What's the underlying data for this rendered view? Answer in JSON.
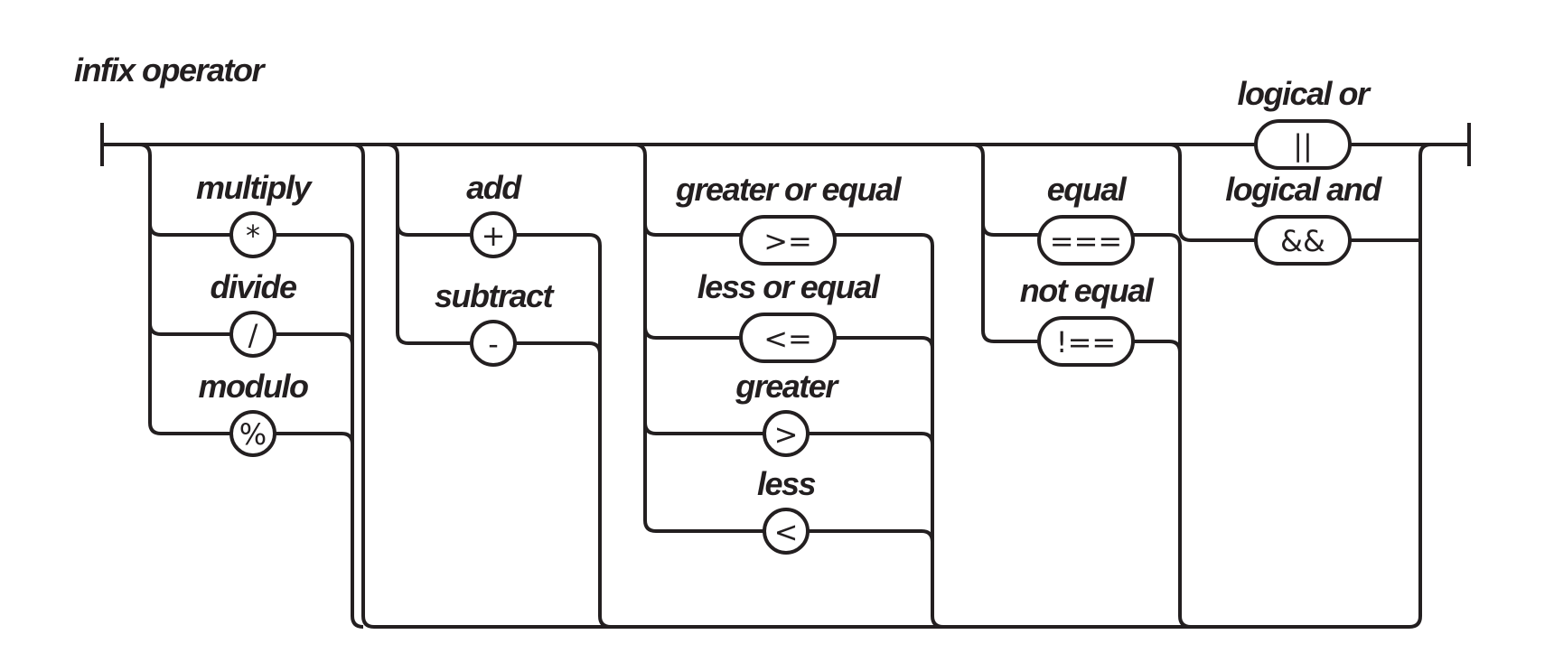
{
  "title": "infix operator",
  "groups": [
    {
      "id": "multiplicative",
      "operators": [
        {
          "label": "multiply",
          "symbol": "*",
          "shape": "circle"
        },
        {
          "label": "divide",
          "symbol": "/",
          "shape": "circle"
        },
        {
          "label": "modulo",
          "symbol": "%",
          "shape": "circle"
        }
      ]
    },
    {
      "id": "additive",
      "operators": [
        {
          "label": "add",
          "symbol": "+",
          "shape": "circle"
        },
        {
          "label": "subtract",
          "symbol": "-",
          "shape": "circle"
        }
      ]
    },
    {
      "id": "relational",
      "operators": [
        {
          "label": "greater or equal",
          "symbol": ">=",
          "shape": "pill"
        },
        {
          "label": "less or equal",
          "symbol": "<=",
          "shape": "pill"
        },
        {
          "label": "greater",
          "symbol": ">",
          "shape": "circle"
        },
        {
          "label": "less",
          "symbol": "<",
          "shape": "circle"
        }
      ]
    },
    {
      "id": "equality",
      "operators": [
        {
          "label": "equal",
          "symbol": "===",
          "shape": "pill"
        },
        {
          "label": "not equal",
          "symbol": "!==",
          "shape": "pill"
        }
      ]
    },
    {
      "id": "logical",
      "operators": [
        {
          "label": "logical or",
          "symbol": "||",
          "shape": "pill"
        },
        {
          "label": "logical and",
          "symbol": "&&",
          "shape": "pill"
        }
      ]
    }
  ],
  "colors": {
    "stroke": "#231f20",
    "background": "#ffffff"
  }
}
